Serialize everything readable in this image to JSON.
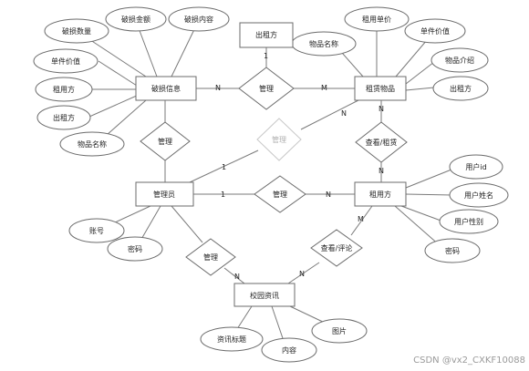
{
  "colors": {
    "stroke": "#6b6b6b",
    "line": "#7a7a7a",
    "text": "#222222",
    "faded_relation": "#c8c8c8",
    "watermark": "#9a9a9a"
  },
  "entities": {
    "damage": "破损信息",
    "owner": "出租方",
    "rental_item": "租赁物品",
    "admin": "管理员",
    "renter": "租用方",
    "campus_news": "校园资讯"
  },
  "relations": {
    "manage_damage_owner": "管理",
    "manage_admin_damage": "管理",
    "manage_admin_item": "管理",
    "manage_admin_renter": "管理",
    "manage_admin_news": "管理",
    "view_rent": "查看/租赁",
    "view_comment": "查看/评论"
  },
  "attributes": {
    "damage_qty": "破损数量",
    "damage_amount": "破损金额",
    "damage_content": "破损内容",
    "unit_price_1": "单件价值",
    "renter_1": "租用方",
    "owner_1": "出租方",
    "item_name_1": "物品名称",
    "item_name_2": "物品名称",
    "rent_unit_price": "租用单价",
    "unit_price_2": "单件价值",
    "item_intro": "物品介绍",
    "owner_2": "出租方",
    "user_id": "用户id",
    "user_name": "用户姓名",
    "user_gender": "用户性别",
    "renter_password": "密码",
    "account": "账号",
    "admin_password": "密码",
    "news_title": "资讯标题",
    "content": "内容",
    "image": "图片"
  },
  "cardinality": {
    "c1": "N",
    "c2": "M",
    "c3": "1",
    "c4": "N",
    "c5": "N",
    "c6": "N",
    "c7": "1",
    "c8": "N",
    "c9": "1",
    "c10": "N",
    "c11": "M",
    "c12": "N"
  },
  "watermark": "CSDN @vx2_CXKF10088"
}
